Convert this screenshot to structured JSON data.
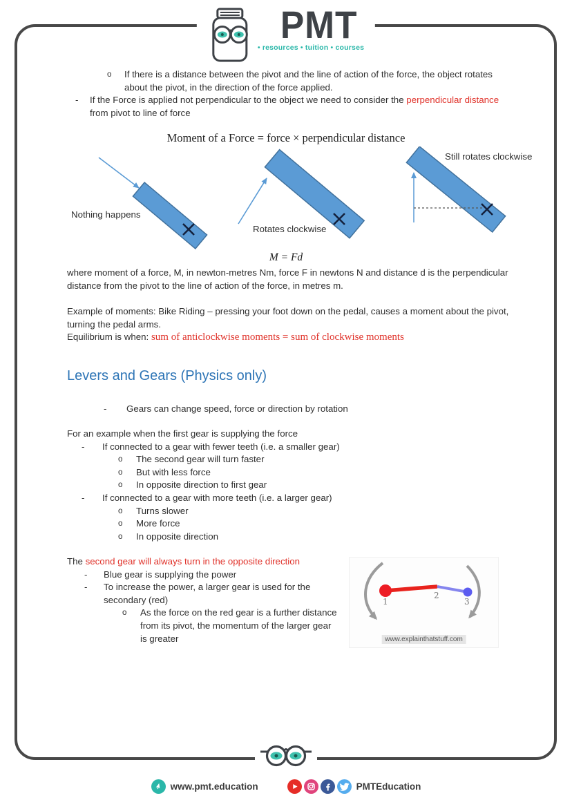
{
  "logo": {
    "brand": "PMT",
    "tagline": "• resources • tuition • courses"
  },
  "markers": {
    "dash": "-",
    "circle": "o"
  },
  "intro": {
    "b1": "If there is a distance between the pivot and the line of action of the force, the object rotates about the pivot, in the direction of the force applied.",
    "b2_pre": "If the Force is applied not perpendicular to the object we need to consider the ",
    "b2_red": "perpendicular distance",
    "b2_post": " from pivot to line of force"
  },
  "formula": "Moment of a Force = force × perpendicular distance",
  "diagrams": {
    "label_1": "Nothing happens",
    "label_2": "Rotates clockwise",
    "label_3": "Still rotates clockwise"
  },
  "equation": "M = Fd",
  "where_text": "where moment of a force, M, in newton-metres Nm, force F in newtons N and distance d is the perpendicular distance from the pivot to the line of action of the force, in metres m.",
  "example": {
    "line": "Example of moments: Bike Riding – pressing your foot down on the pedal, causes a moment about the pivot, turning the pedal arms.",
    "eq_pre": "Equilibrium is when: ",
    "eq_red": "sum of anticlockwise moments = sum of clockwise moments"
  },
  "heading": "Levers and Gears (Physics only)",
  "gears": {
    "bullet0": "Gears can change speed, force or direction by rotation",
    "line0": "For an example when the first gear is supplying the force",
    "b1": "If connected to a gear with fewer teeth (i.e. a smaller gear)",
    "b1_subs": [
      "The second gear will turn faster",
      "But with less force",
      "In opposite direction to first gear"
    ],
    "b2": "If connected to a gear with more teeth (i.e. a larger gear)",
    "b2_subs": [
      "Turns slower",
      "More force",
      "In opposite direction"
    ]
  },
  "second_gear": {
    "pre": "The ",
    "red": "second gear will always turn in the opposite direction",
    "b1": "Blue gear is supplying the power",
    "b2": "To increase the power, a larger gear is used for the secondary (red)",
    "sub": "As the force on the red gear is a further distance from its pivot, the momentum of the larger gear is greater"
  },
  "gear_image": {
    "labels": [
      "1",
      "2",
      "3"
    ],
    "caption": "www.explainthatstuff.com"
  },
  "footer": {
    "website": "www.pmt.education",
    "social": "PMTEducation"
  },
  "colors": {
    "shape_blue": "#5B9BD5",
    "shape_blue_border": "#41719C",
    "heading_blue": "#2E75B6",
    "text_red": "#E0322A",
    "brand_teal": "#2AB7A9",
    "border_gray": "#484848"
  }
}
